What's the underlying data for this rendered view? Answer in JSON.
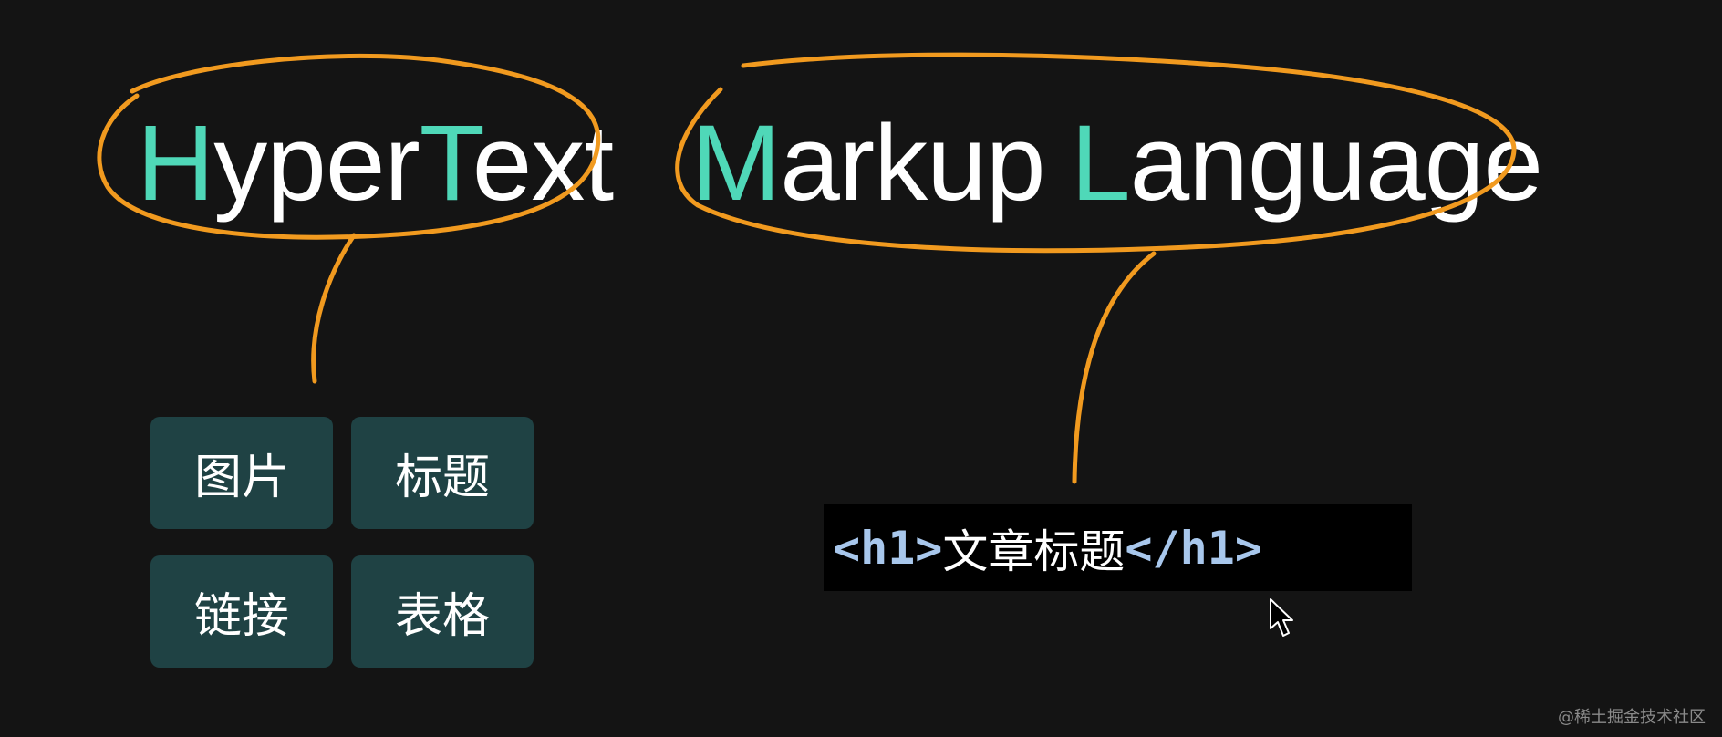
{
  "headline": {
    "hypertext": {
      "h": "H",
      "yper": "yper",
      "t": "T",
      "ext": "ext"
    },
    "markup": {
      "m": "M",
      "arkup": "arkup"
    },
    "language": {
      "l": "L",
      "anguage": "anguage"
    }
  },
  "hypertext_examples": [
    "图片",
    "标题",
    "链接",
    "表格"
  ],
  "markup_example": {
    "open_tag": "<h1>",
    "content": "文章标题",
    "close_tag": "</h1>"
  },
  "watermark": "@稀土掘金技术社区",
  "colors": {
    "background": "#141414",
    "accent_letter": "#4fd8b8",
    "annotation_stroke": "#f19a1f",
    "tile_background": "#1f4244",
    "code_tag": "#a8c7ec"
  },
  "icons": {
    "cursor": "mouse-pointer-icon"
  }
}
